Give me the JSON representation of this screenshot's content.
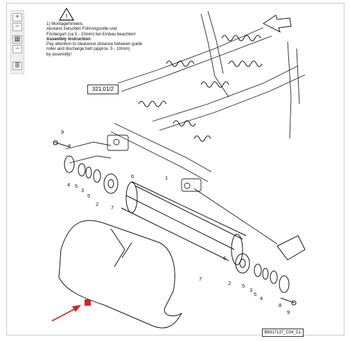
{
  "toolbar": {
    "buttons": [
      {
        "symbol": "+",
        "icon": "zoom-in-icon"
      },
      {
        "symbol": "−",
        "icon": "zoom-out-icon"
      },
      {
        "symbol": "▦",
        "icon": "fit-icon"
      },
      {
        "symbol": "−",
        "icon": "minus-icon"
      },
      {
        "symbol": "≣",
        "icon": "list-icon"
      }
    ]
  },
  "note": {
    "line1": "1) Montagehinweis:",
    "line2": "Abstand zwischen Führungsrolle und",
    "line3": "Fördergurt (ca 5 - 10mm) bei Einbau beachten!",
    "line4": "Assembly instruction:",
    "line5": "Pay attention to clearance distance between guide",
    "line6": "roller and discharge belt (approx. 5 - 10mm)",
    "line7": "by assembly!"
  },
  "reference": "321.01/2",
  "drawing_id": "B8317137_C04_C1",
  "highlight_color": "#d92020",
  "callouts": {
    "c9a": "9",
    "c8a": "8",
    "c4a": "4",
    "c5a": "5",
    "c3a": "3",
    "c5b": "5",
    "c2a": "2",
    "c6a": "6",
    "c1": "1",
    "c7a": "7",
    "c6b": "6",
    "c2b": "2",
    "c5c": "5",
    "c3b": "3",
    "c5d": "5",
    "c4b": "4",
    "c8b": "8",
    "c9b": "9",
    "c7b": "7"
  }
}
